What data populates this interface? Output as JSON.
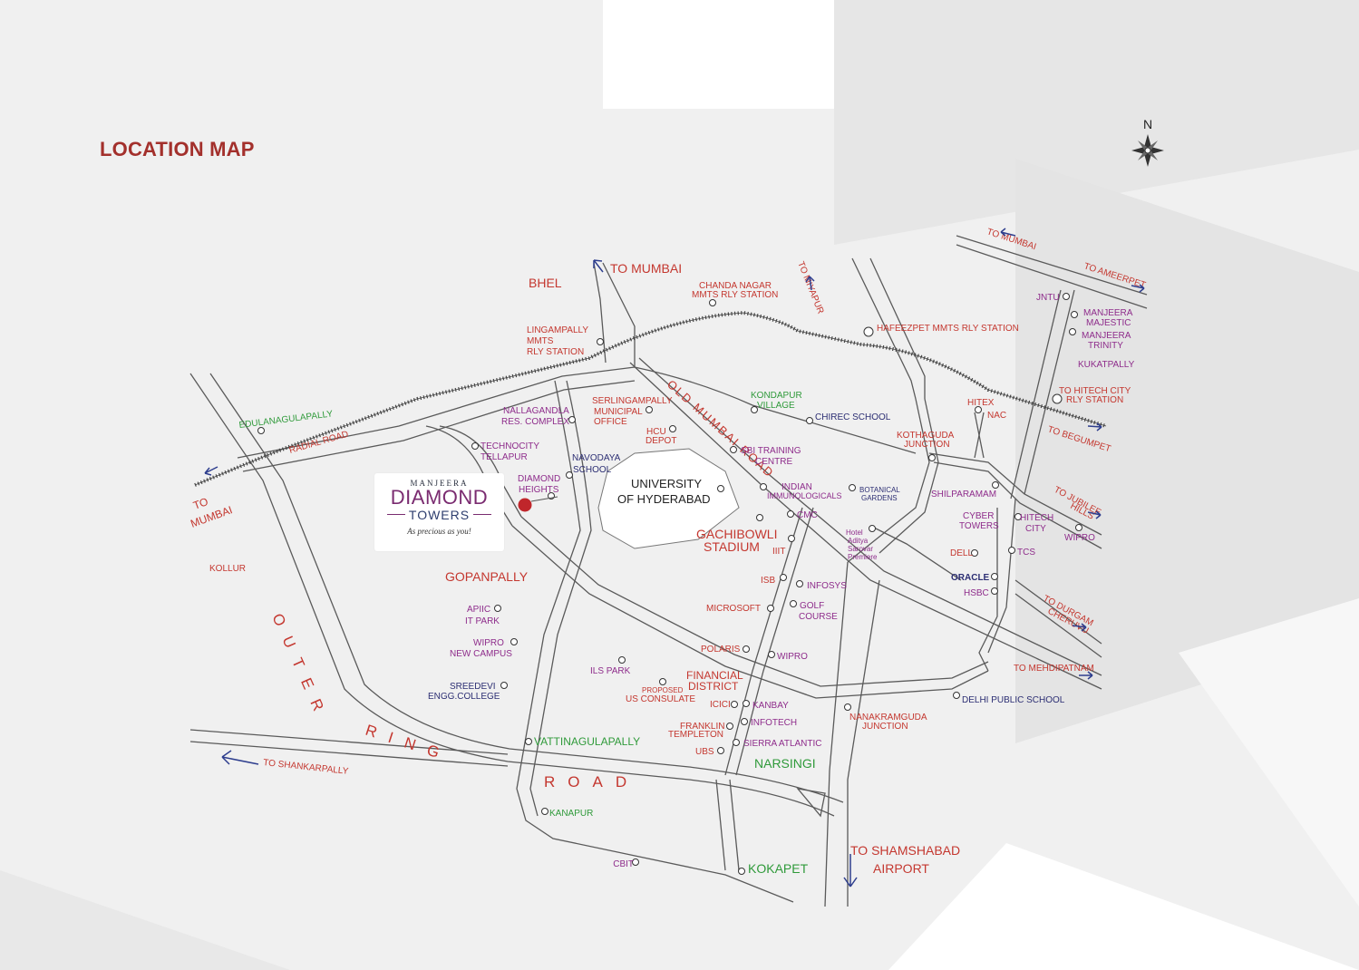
{
  "title": "LOCATION MAP",
  "compass": {
    "label": "N"
  },
  "logo": {
    "brand": "MANJEERA",
    "name_big": "DIAMOND",
    "name_mid": "TOWERS",
    "tagline": "As precious as you!"
  },
  "colors": {
    "red": "#c4372f",
    "purple": "#8e2c8b",
    "green": "#2f9a3a",
    "navy": "#2c2e73",
    "road": "#555555",
    "title": "#a3302c",
    "project_marker": "#c0262b"
  },
  "labels": {
    "bhel": "BHEL",
    "to_mumbai_top": "TO MUMBAI",
    "lingampally": "LINGAMPALLY",
    "mmts": "MMTS",
    "rly_station": "RLY STATION",
    "chanda_nagar_1": "CHANDA NAGAR",
    "chanda_nagar_2": "MMTS RLY STATION",
    "to_miyapur": "TO MIYAPUR",
    "hafeezpet": "HAFEEZPET MMTS RLY STATION",
    "to_mumbai_ne": "TO MUMBAI",
    "to_ameerpet": "TO AMEERPET",
    "jntu": "JNTU",
    "manjeera_majestic_1": "MANJEERA",
    "manjeera_majestic_2": "MAJESTIC",
    "manjeera_trinity_1": "MANJEERA",
    "manjeera_trinity_2": "TRINITY",
    "kukatpally": "KUKATPALLY",
    "hitech_rly_1": "TO HITECH CITY",
    "hitech_rly_2": "RLY STATION",
    "hitex": "HITEX",
    "nac": "NAC",
    "to_begumpet": "TO BEGUMPET",
    "kothaguda_1": "KOTHAGUDA",
    "kothaguda_2": "JUNCTION",
    "to_jubilee_1": "TO JUBILEE",
    "to_jubilee_2": "HILLS",
    "shilparamam": "SHILPARAMAM",
    "cyber_towers_1": "CYBER",
    "cyber_towers_2": "TOWERS",
    "hitech_city_1": "HITECH",
    "hitech_city_2": "CITY",
    "wipro_ne": "WIPRO",
    "tcs": "TCS",
    "dell": "DELL",
    "oracle": "ORACLE",
    "hsbc": "HSBC",
    "to_durgam_1": "TO DURGAM",
    "to_durgam_2": "CHERUVU",
    "to_mehdipatnam": "TO MEHDIPATNAM",
    "delhi_public_school": "DELHI PUBLIC SCHOOL",
    "nanakramguda_1": "NANAKRAMGUDA",
    "nanakramguda_2": "JUNCTION",
    "botanical_1": "BOTANICAL",
    "botanical_2": "GARDENS",
    "hotel_1": "Hotel",
    "hotel_2": "Aditya",
    "hotel_3": "Sarovar",
    "hotel_4": "Premiere",
    "kondapur_1": "KONDAPUR",
    "kondapur_2": "VILLAGE",
    "chirec": "CHIREC SCHOOL",
    "serlingampally_1": "SERLINGAMPALLY",
    "serlingampally_2": "MUNICIPAL",
    "serlingampally_3": "OFFICE",
    "hcu_1": "HCU",
    "hcu_2": "DEPOT",
    "sbi_1": "SBI TRAINING",
    "sbi_2": "CENTRE",
    "old_mumbai_road": "OLD MUMBAI ROAD",
    "university_1": "UNIVERSITY",
    "university_2": "OF HYDERABAD",
    "indian_1": "INDIAN",
    "indian_2": "IMMUNOLOGICALS",
    "cmc": "CMC",
    "gachibowli_1": "GACHIBOWLI",
    "gachibowli_2": "STADIUM",
    "iiit": "IIIT",
    "isb": "ISB",
    "infosys": "INFOSYS",
    "microsoft": "MICROSOFT",
    "golf_1": "GOLF",
    "golf_2": "COURSE",
    "polaris": "POLARIS",
    "wipro_mid": "WIPRO",
    "financial_1": "FINANCIAL",
    "financial_2": "DISTRICT",
    "proposed_1": "PROPOSED",
    "proposed_2": "US CONSULATE",
    "ils_park": "ILS PARK",
    "icici": "ICICI",
    "kanbay": "KANBAY",
    "infotech": "INFOTECH",
    "franklin_1": "FRANKLIN",
    "franklin_2": "TEMPLETON",
    "sierra": "SIERRA ATLANTIC",
    "ubs": "UBS",
    "narsingi": "NARSINGI",
    "to_shamshabad_1": "TO SHAMSHABAD",
    "to_shamshabad_2": "AIRPORT",
    "kokapet": "KOKAPET",
    "cbit": "CBIT",
    "kanapur": "KANAPUR",
    "vattinagulapally": "VATTINAGULAPALLY",
    "sreedevi_1": "SREEDEVI",
    "sreedevi_2": "ENGG.COLLEGE",
    "wipro_new_1": "WIPRO",
    "wipro_new_2": "NEW CAMPUS",
    "apiic_1": "APIIC",
    "apiic_2": "IT PARK",
    "gopanpally": "GOPANPALLY",
    "kollur": "KOLLUR",
    "to_mumbai_west_1": "TO",
    "to_mumbai_west_2": "MUMBAI",
    "edulanagulapally": "EDULANAGULAPALLY",
    "radial_road": "RADIAL ROAD",
    "nallagandla_1": "NALLAGANDLA",
    "nallagandla_2": "RES. COMPLEX",
    "technocity_1": "TECHNOCITY",
    "technocity_2": "TELLAPUR",
    "navodaya_1": "NAVODAYA",
    "navodaya_2": "SCHOOL",
    "diamond_heights_1": "DIAMOND",
    "diamond_heights_2": "HEIGHTS",
    "outer": "OUTER",
    "ring": "RING",
    "road": "ROAD",
    "to_shankarpally": "TO SHANKARPALLY"
  }
}
